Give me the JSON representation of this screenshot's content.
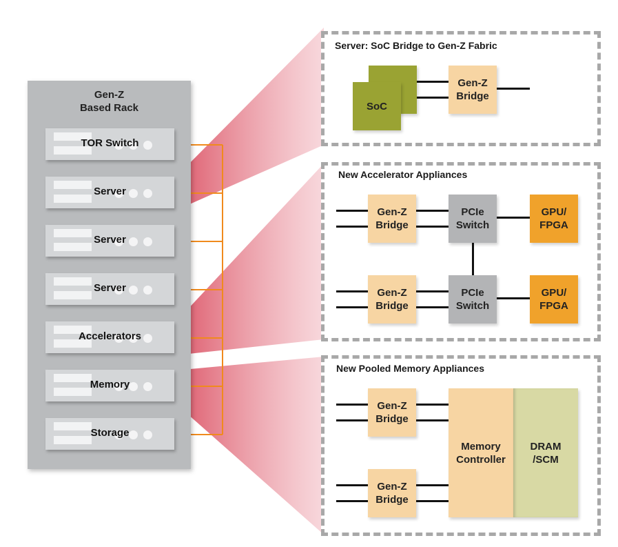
{
  "rack": {
    "title_line1": "Gen-Z",
    "title_line2": "Based Rack",
    "units": [
      {
        "label": "TOR Switch"
      },
      {
        "label": "Server"
      },
      {
        "label": "Server"
      },
      {
        "label": "Server"
      },
      {
        "label": "Accelerators"
      },
      {
        "label": "Memory"
      },
      {
        "label": "Storage"
      }
    ]
  },
  "colors": {
    "fabric_link": "#f08a1c",
    "fan": "#e0505f",
    "panel_border": "#a8a8a8",
    "bridge": "#f7d5a3",
    "pcie_switch": "#b3b4b6",
    "gpu": "#f0a22b",
    "soc": "#9aa333",
    "dram": "#d8d9a4"
  },
  "server_panel": {
    "title": "Server: SoC Bridge to Gen-Z Fabric",
    "soc_label": "SoC",
    "bridge_line1": "Gen-Z",
    "bridge_line2": "Bridge"
  },
  "accelerator_panel": {
    "title": "New Accelerator Appliances",
    "rows": [
      {
        "bridge_line1": "Gen-Z",
        "bridge_line2": "Bridge",
        "switch_line1": "PCIe",
        "switch_line2": "Switch",
        "gpu_line1": "GPU/",
        "gpu_line2": "FPGA"
      },
      {
        "bridge_line1": "Gen-Z",
        "bridge_line2": "Bridge",
        "switch_line1": "PCIe",
        "switch_line2": "Switch",
        "gpu_line1": "GPU/",
        "gpu_line2": "FPGA"
      }
    ]
  },
  "memory_panel": {
    "title": "New Pooled Memory Appliances",
    "bridges": [
      {
        "line1": "Gen-Z",
        "line2": "Bridge"
      },
      {
        "line1": "Gen-Z",
        "line2": "Bridge"
      }
    ],
    "controller_line1": "Memory",
    "controller_line2": "Controller",
    "dram_line1": "DRAM",
    "dram_line2": "/SCM"
  }
}
